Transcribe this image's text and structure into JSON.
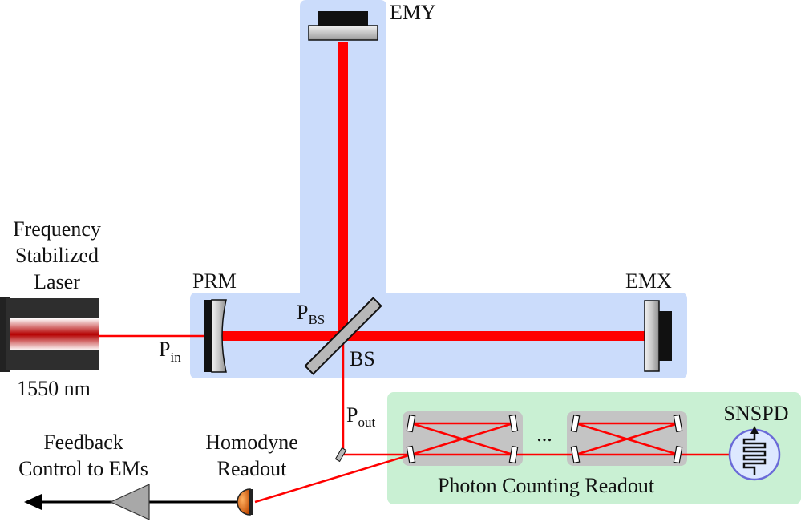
{
  "labels": {
    "emy": "EMY",
    "emx": "EMX",
    "prm": "PRM",
    "bs": "BS",
    "laser_line1": "Frequency",
    "laser_line2": "Stabilized",
    "laser_line3": "Laser",
    "wavelength": "1550 nm",
    "p_bs_main": "P",
    "p_bs_sub": "BS",
    "p_in_main": "P",
    "p_in_sub": "in",
    "p_out_main": "P",
    "p_out_sub": "out",
    "snspd": "SNSPD",
    "ellipsis": "...",
    "photon_counting": "Photon Counting Readout",
    "homodyne_line1": "Homodyne",
    "homodyne_line2": "Readout",
    "feedback_line1": "Feedback",
    "feedback_line2": "Control to EMs"
  },
  "colors": {
    "beam": "#ff0000",
    "interferometer_bg": "#cbdcfb",
    "readout_bg": "#c9f0d3",
    "cavity_bg": "#c4c4c4",
    "mirror_gray": "#b8b8b8",
    "detector_orange": "#d86a10",
    "snspd_circle": "#6a6ad8"
  }
}
